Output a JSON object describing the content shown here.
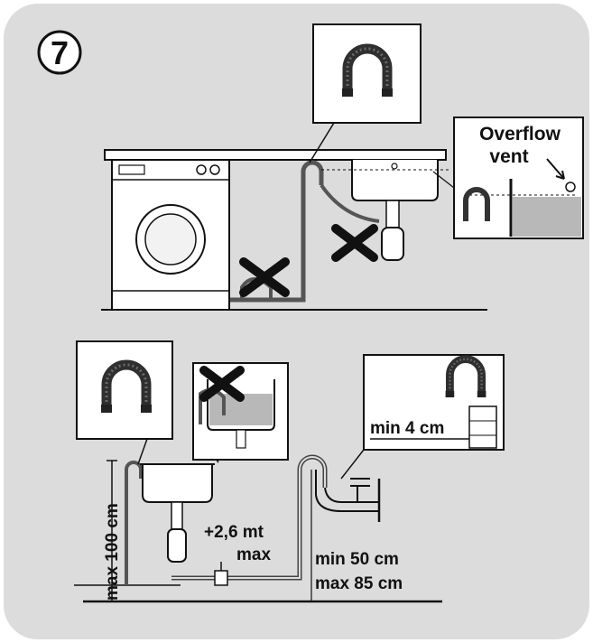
{
  "step_number": "7",
  "labels": {
    "overflow_vent_line1": "Overflow",
    "overflow_vent_line2": "vent",
    "min_4": "min 4 cm",
    "max_100": "max 100 cm",
    "extension_line1": "+2,6 mt",
    "extension_line2": "max",
    "min_50": "min 50 cm",
    "max_85": "max 85 cm"
  },
  "colors": {
    "panel": "#dcdcdc",
    "ink": "#111111",
    "hose": "#3a3a3a",
    "water": "#b8b8b8"
  }
}
